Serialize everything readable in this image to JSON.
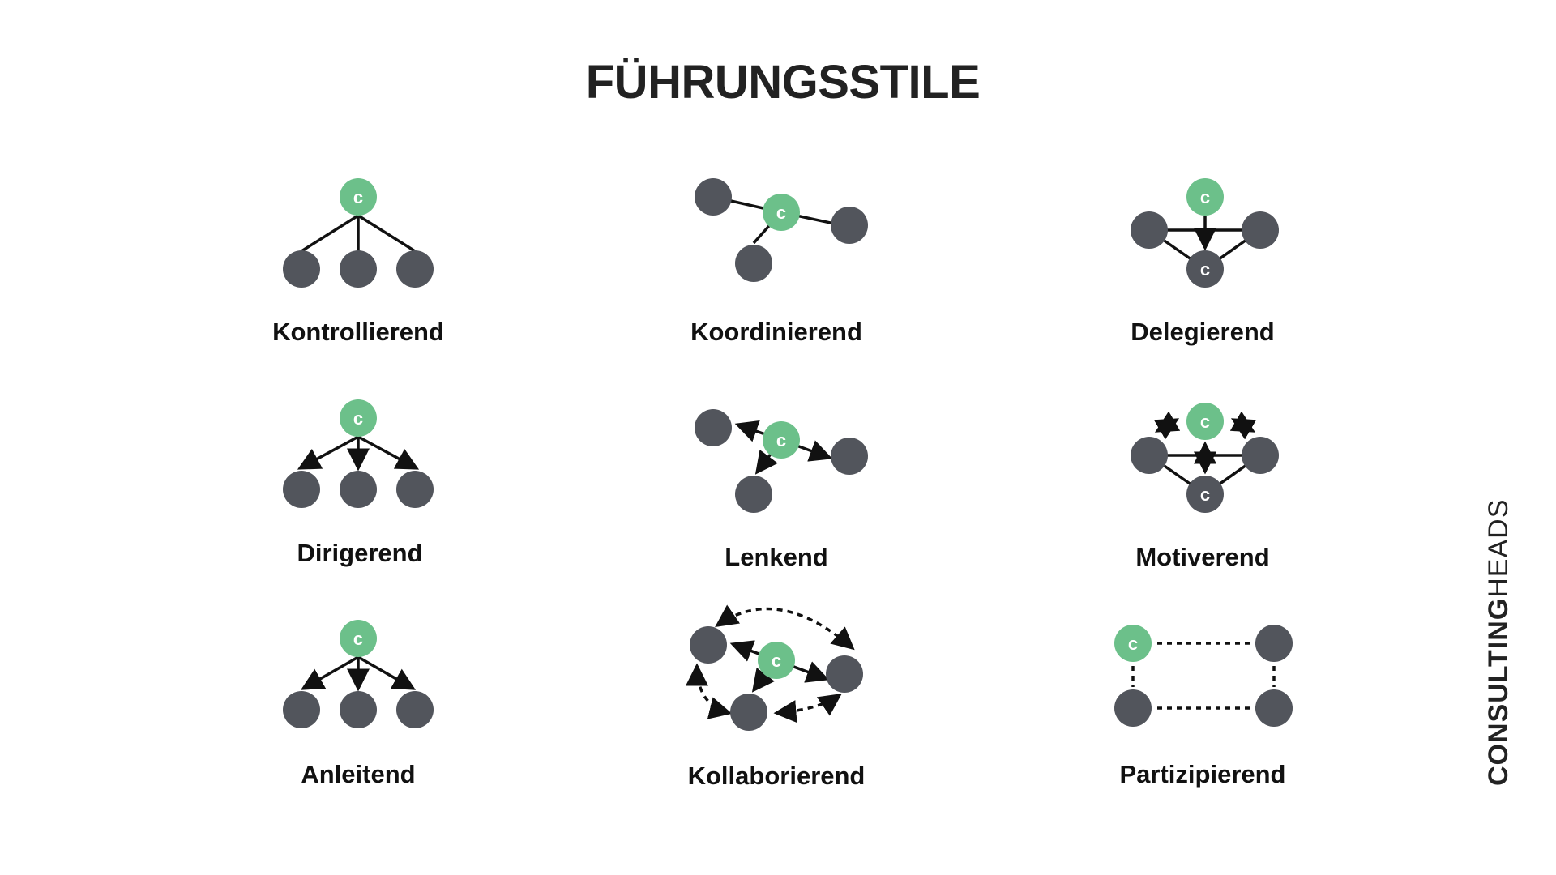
{
  "title": "FÜHRUNGSSTILE",
  "colors": {
    "leader": "#6cc08a",
    "member": "#52555c",
    "line": "#111111",
    "text": "#111111"
  },
  "node_letter": "c",
  "styles": [
    {
      "label": "Kontrollierend"
    },
    {
      "label": "Koordinierend"
    },
    {
      "label": "Delegierend"
    },
    {
      "label": "Dirigerend"
    },
    {
      "label": "Lenkend"
    },
    {
      "label": "Motiverend"
    },
    {
      "label": "Anleitend"
    },
    {
      "label": "Kollaborierend"
    },
    {
      "label": "Partizipierend"
    }
  ],
  "brand": {
    "part1": "CONSULTING",
    "part2": "HEADS"
  }
}
